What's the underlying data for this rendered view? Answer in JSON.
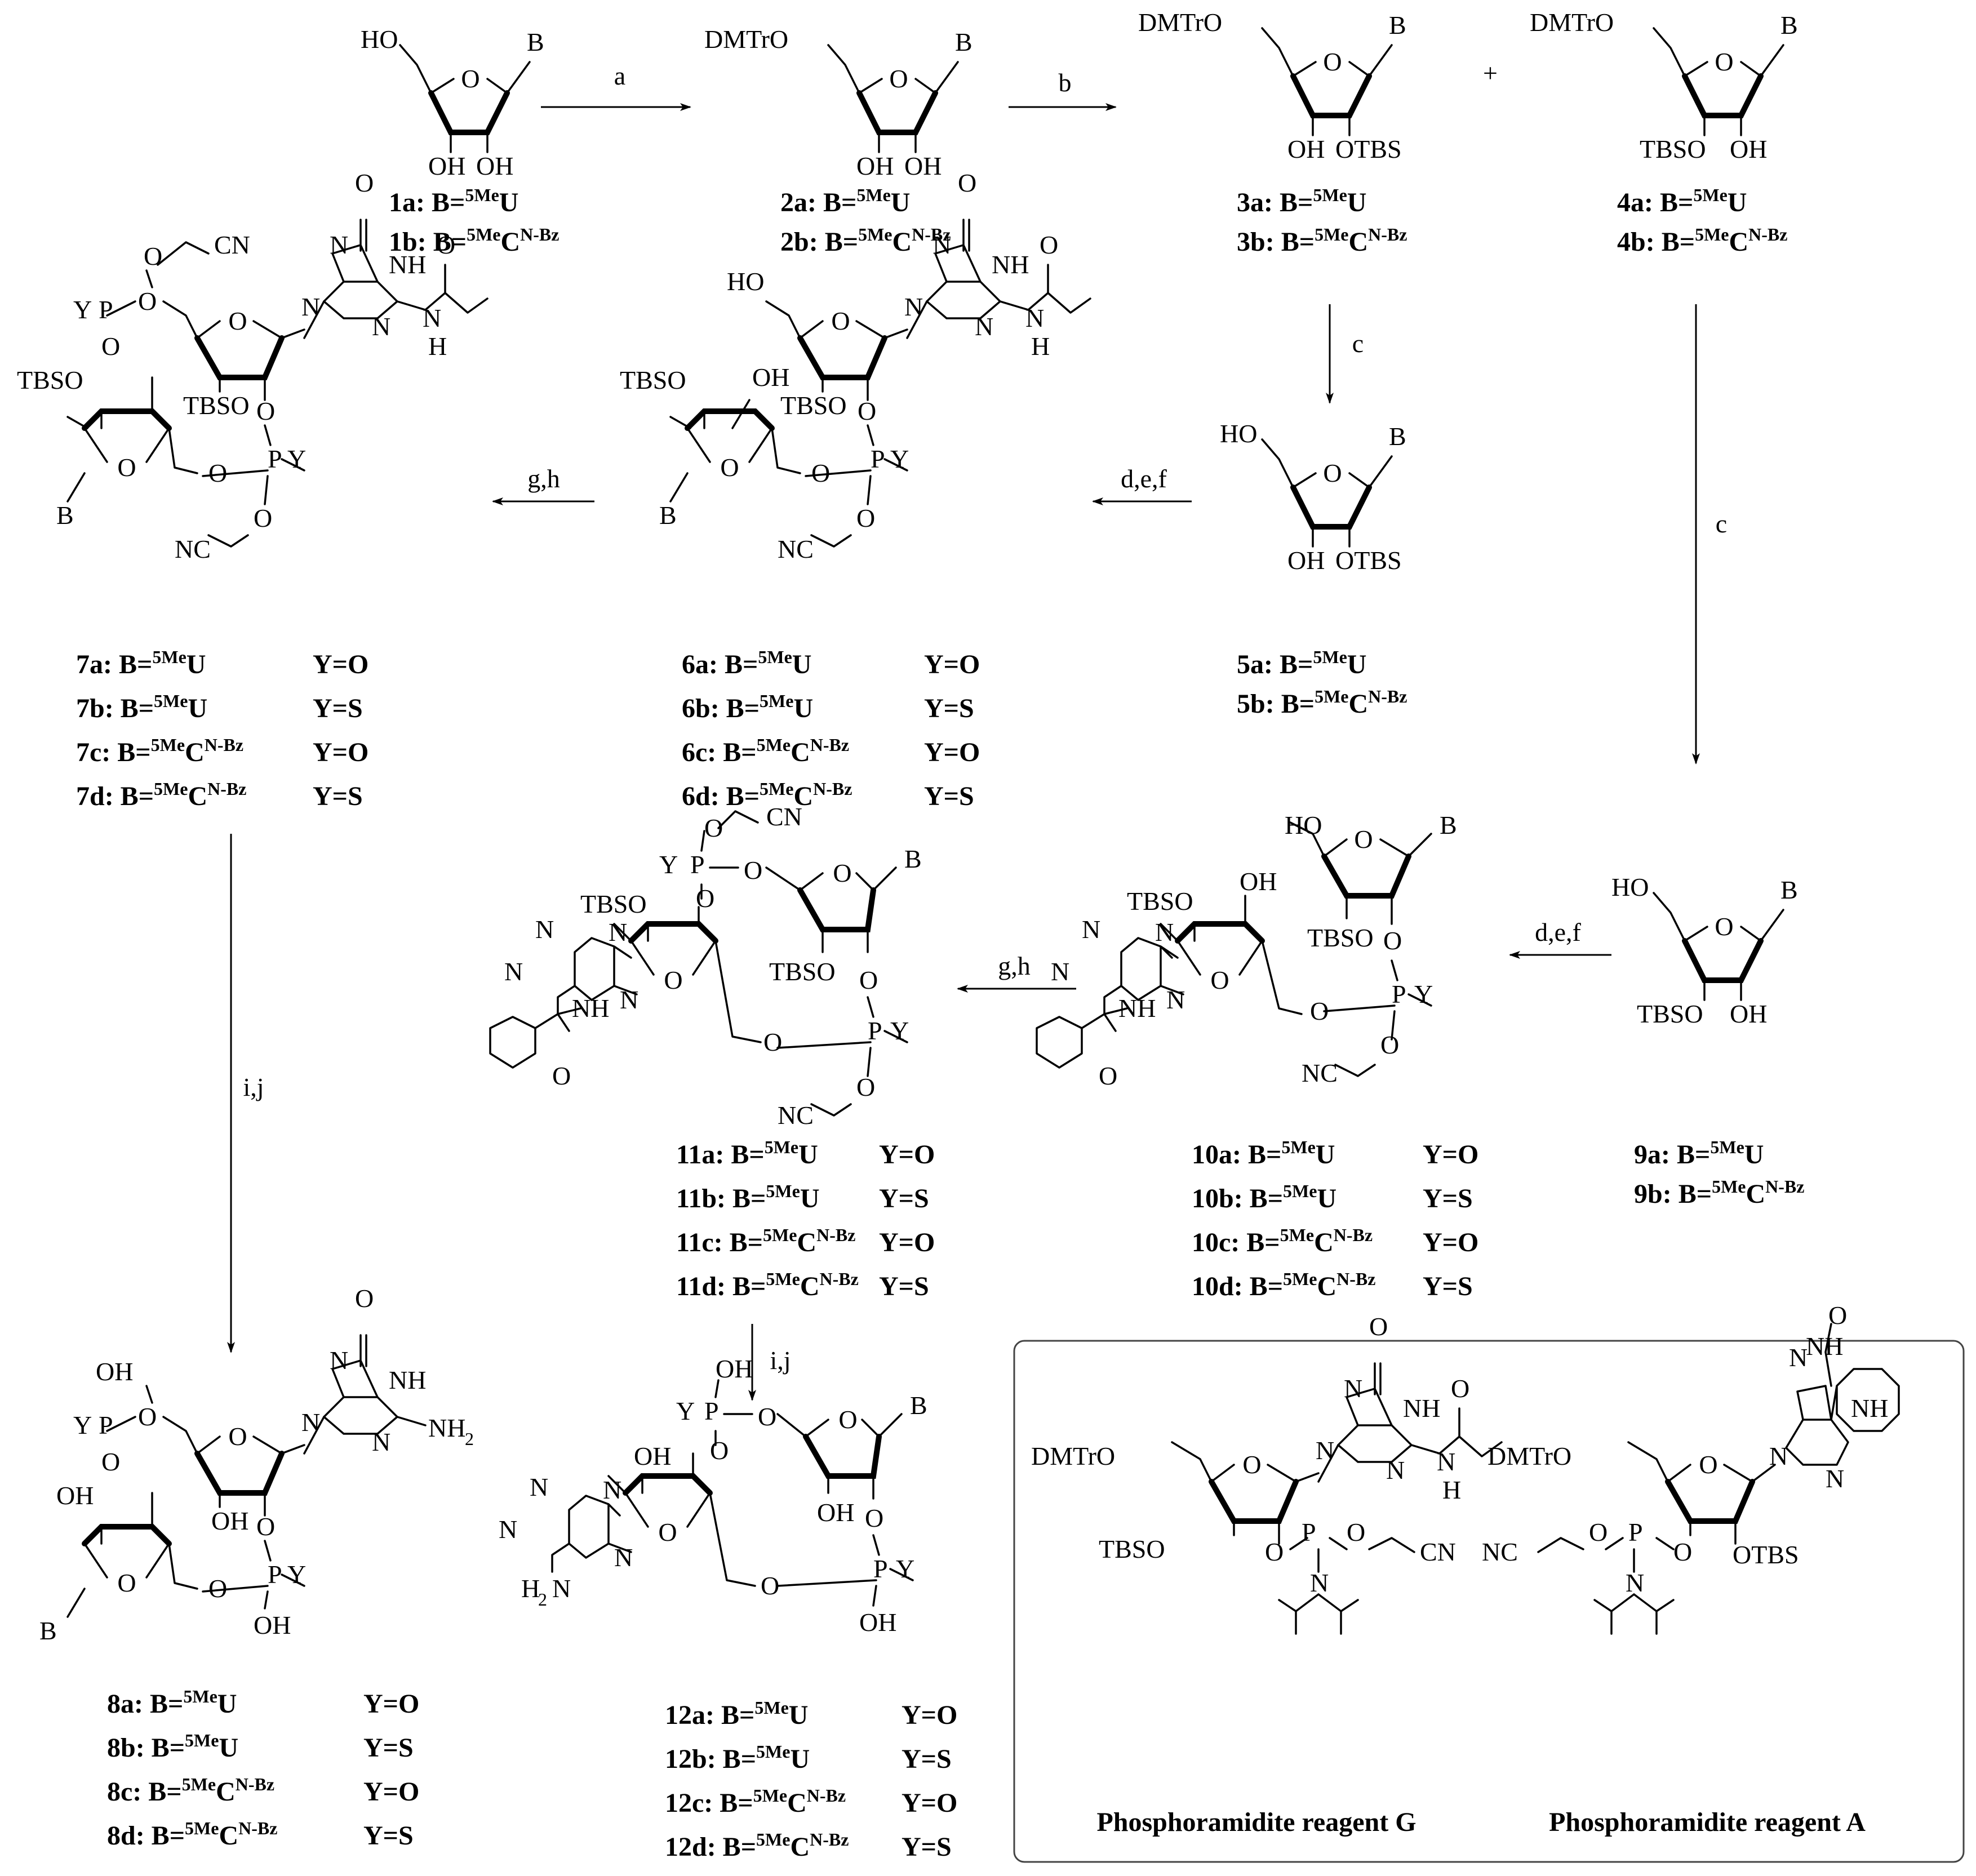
{
  "steps": {
    "a": "a",
    "b": "b",
    "c1": "c",
    "c2": "c",
    "def1": "d,e,f",
    "gh1": "g,h",
    "def2": "d,e,f",
    "gh2": "g,h",
    "ij1": "i,j",
    "ij2": "i,j"
  },
  "plus": "+",
  "atoms": {
    "HO": "HO",
    "OH": "OH",
    "O": "O",
    "B": "B",
    "DMTrO": "DMTrO",
    "OTBS": "OTBS",
    "TBSO": "TBSO",
    "CN": "CN",
    "NC": "NC",
    "N": "N",
    "NH": "NH",
    "H": "H",
    "P": "P",
    "Y": "Y",
    "NH2": "NH",
    "H2N": "H",
    "sub2": "2"
  },
  "compounds": {
    "c1a": {
      "id": "1a:",
      "base": "U",
      "mod": "5Me",
      "sub": ""
    },
    "c1b": {
      "id": "1b:",
      "base": "C",
      "mod": "5Me",
      "sub": "N-Bz"
    },
    "c2a": {
      "id": "2a:",
      "base": "U",
      "mod": "5Me",
      "sub": ""
    },
    "c2b": {
      "id": "2b:",
      "base": "C",
      "mod": "5Me",
      "sub": "N-Bz"
    },
    "c3a": {
      "id": "3a:",
      "base": "U",
      "mod": "5Me",
      "sub": ""
    },
    "c3b": {
      "id": "3b:",
      "base": "C",
      "mod": "5Me",
      "sub": "N-Bz"
    },
    "c4a": {
      "id": "4a:",
      "base": "U",
      "mod": "5Me",
      "sub": ""
    },
    "c4b": {
      "id": "4b:",
      "base": "C",
      "mod": "5Me",
      "sub": "N-Bz"
    },
    "c5a": {
      "id": "5a:",
      "base": "U",
      "mod": "5Me",
      "sub": ""
    },
    "c5b": {
      "id": "5b:",
      "base": "C",
      "mod": "5Me",
      "sub": "N-Bz"
    },
    "c9a": {
      "id": "9a:",
      "base": "U",
      "mod": "5Me",
      "sub": ""
    },
    "c9b": {
      "id": "9b:",
      "base": "C",
      "mod": "5Me",
      "sub": "N-Bz"
    }
  },
  "series": {
    "s7": [
      {
        "id": "7a:",
        "base": "U",
        "mod": "5Me",
        "sub": "",
        "y": "Y=O"
      },
      {
        "id": "7b:",
        "base": "U",
        "mod": "5Me",
        "sub": "",
        "y": "Y=S"
      },
      {
        "id": "7c:",
        "base": "C",
        "mod": "5Me",
        "sub": "N-Bz",
        "y": "Y=O"
      },
      {
        "id": "7d:",
        "base": "C",
        "mod": "5Me",
        "sub": "N-Bz",
        "y": "Y=S"
      }
    ],
    "s6": [
      {
        "id": "6a:",
        "base": "U",
        "mod": "5Me",
        "sub": "",
        "y": "Y=O"
      },
      {
        "id": "6b:",
        "base": "U",
        "mod": "5Me",
        "sub": "",
        "y": "Y=S"
      },
      {
        "id": "6c:",
        "base": "C",
        "mod": "5Me",
        "sub": "N-Bz",
        "y": "Y=O"
      },
      {
        "id": "6d:",
        "base": "C",
        "mod": "5Me",
        "sub": "N-Bz",
        "y": "Y=S"
      }
    ],
    "s11": [
      {
        "id": "11a:",
        "base": "U",
        "mod": "5Me",
        "sub": "",
        "y": "Y=O"
      },
      {
        "id": "11b:",
        "base": "U",
        "mod": "5Me",
        "sub": "",
        "y": "Y=S"
      },
      {
        "id": "11c:",
        "base": "C",
        "mod": "5Me",
        "sub": "N-Bz",
        "y": "Y=O"
      },
      {
        "id": "11d:",
        "base": "C",
        "mod": "5Me",
        "sub": "N-Bz",
        "y": "Y=S"
      }
    ],
    "s10": [
      {
        "id": "10a:",
        "base": "U",
        "mod": "5Me",
        "sub": "",
        "y": "Y=O"
      },
      {
        "id": "10b:",
        "base": "U",
        "mod": "5Me",
        "sub": "",
        "y": "Y=S"
      },
      {
        "id": "10c:",
        "base": "C",
        "mod": "5Me",
        "sub": "N-Bz",
        "y": "Y=O"
      },
      {
        "id": "10d:",
        "base": "C",
        "mod": "5Me",
        "sub": "N-Bz",
        "y": "Y=S"
      }
    ],
    "s8": [
      {
        "id": "8a:",
        "base": "U",
        "mod": "5Me",
        "sub": "",
        "y": "Y=O"
      },
      {
        "id": "8b:",
        "base": "U",
        "mod": "5Me",
        "sub": "",
        "y": "Y=S"
      },
      {
        "id": "8c:",
        "base": "C",
        "mod": "5Me",
        "sub": "N-Bz",
        "y": "Y=O"
      },
      {
        "id": "8d:",
        "base": "C",
        "mod": "5Me",
        "sub": "N-Bz",
        "y": "Y=S"
      }
    ],
    "s12": [
      {
        "id": "12a:",
        "base": "U",
        "mod": "5Me",
        "sub": "",
        "y": "Y=O"
      },
      {
        "id": "12b:",
        "base": "U",
        "mod": "5Me",
        "sub": "",
        "y": "Y=S"
      },
      {
        "id": "12c:",
        "base": "C",
        "mod": "5Me",
        "sub": "N-Bz",
        "y": "Y=O"
      },
      {
        "id": "12d:",
        "base": "C",
        "mod": "5Me",
        "sub": "N-Bz",
        "y": "Y=S"
      }
    ]
  },
  "reagents": {
    "g": "Phosphoramidite reagent G",
    "a": "Phosphoramidite reagent A"
  }
}
